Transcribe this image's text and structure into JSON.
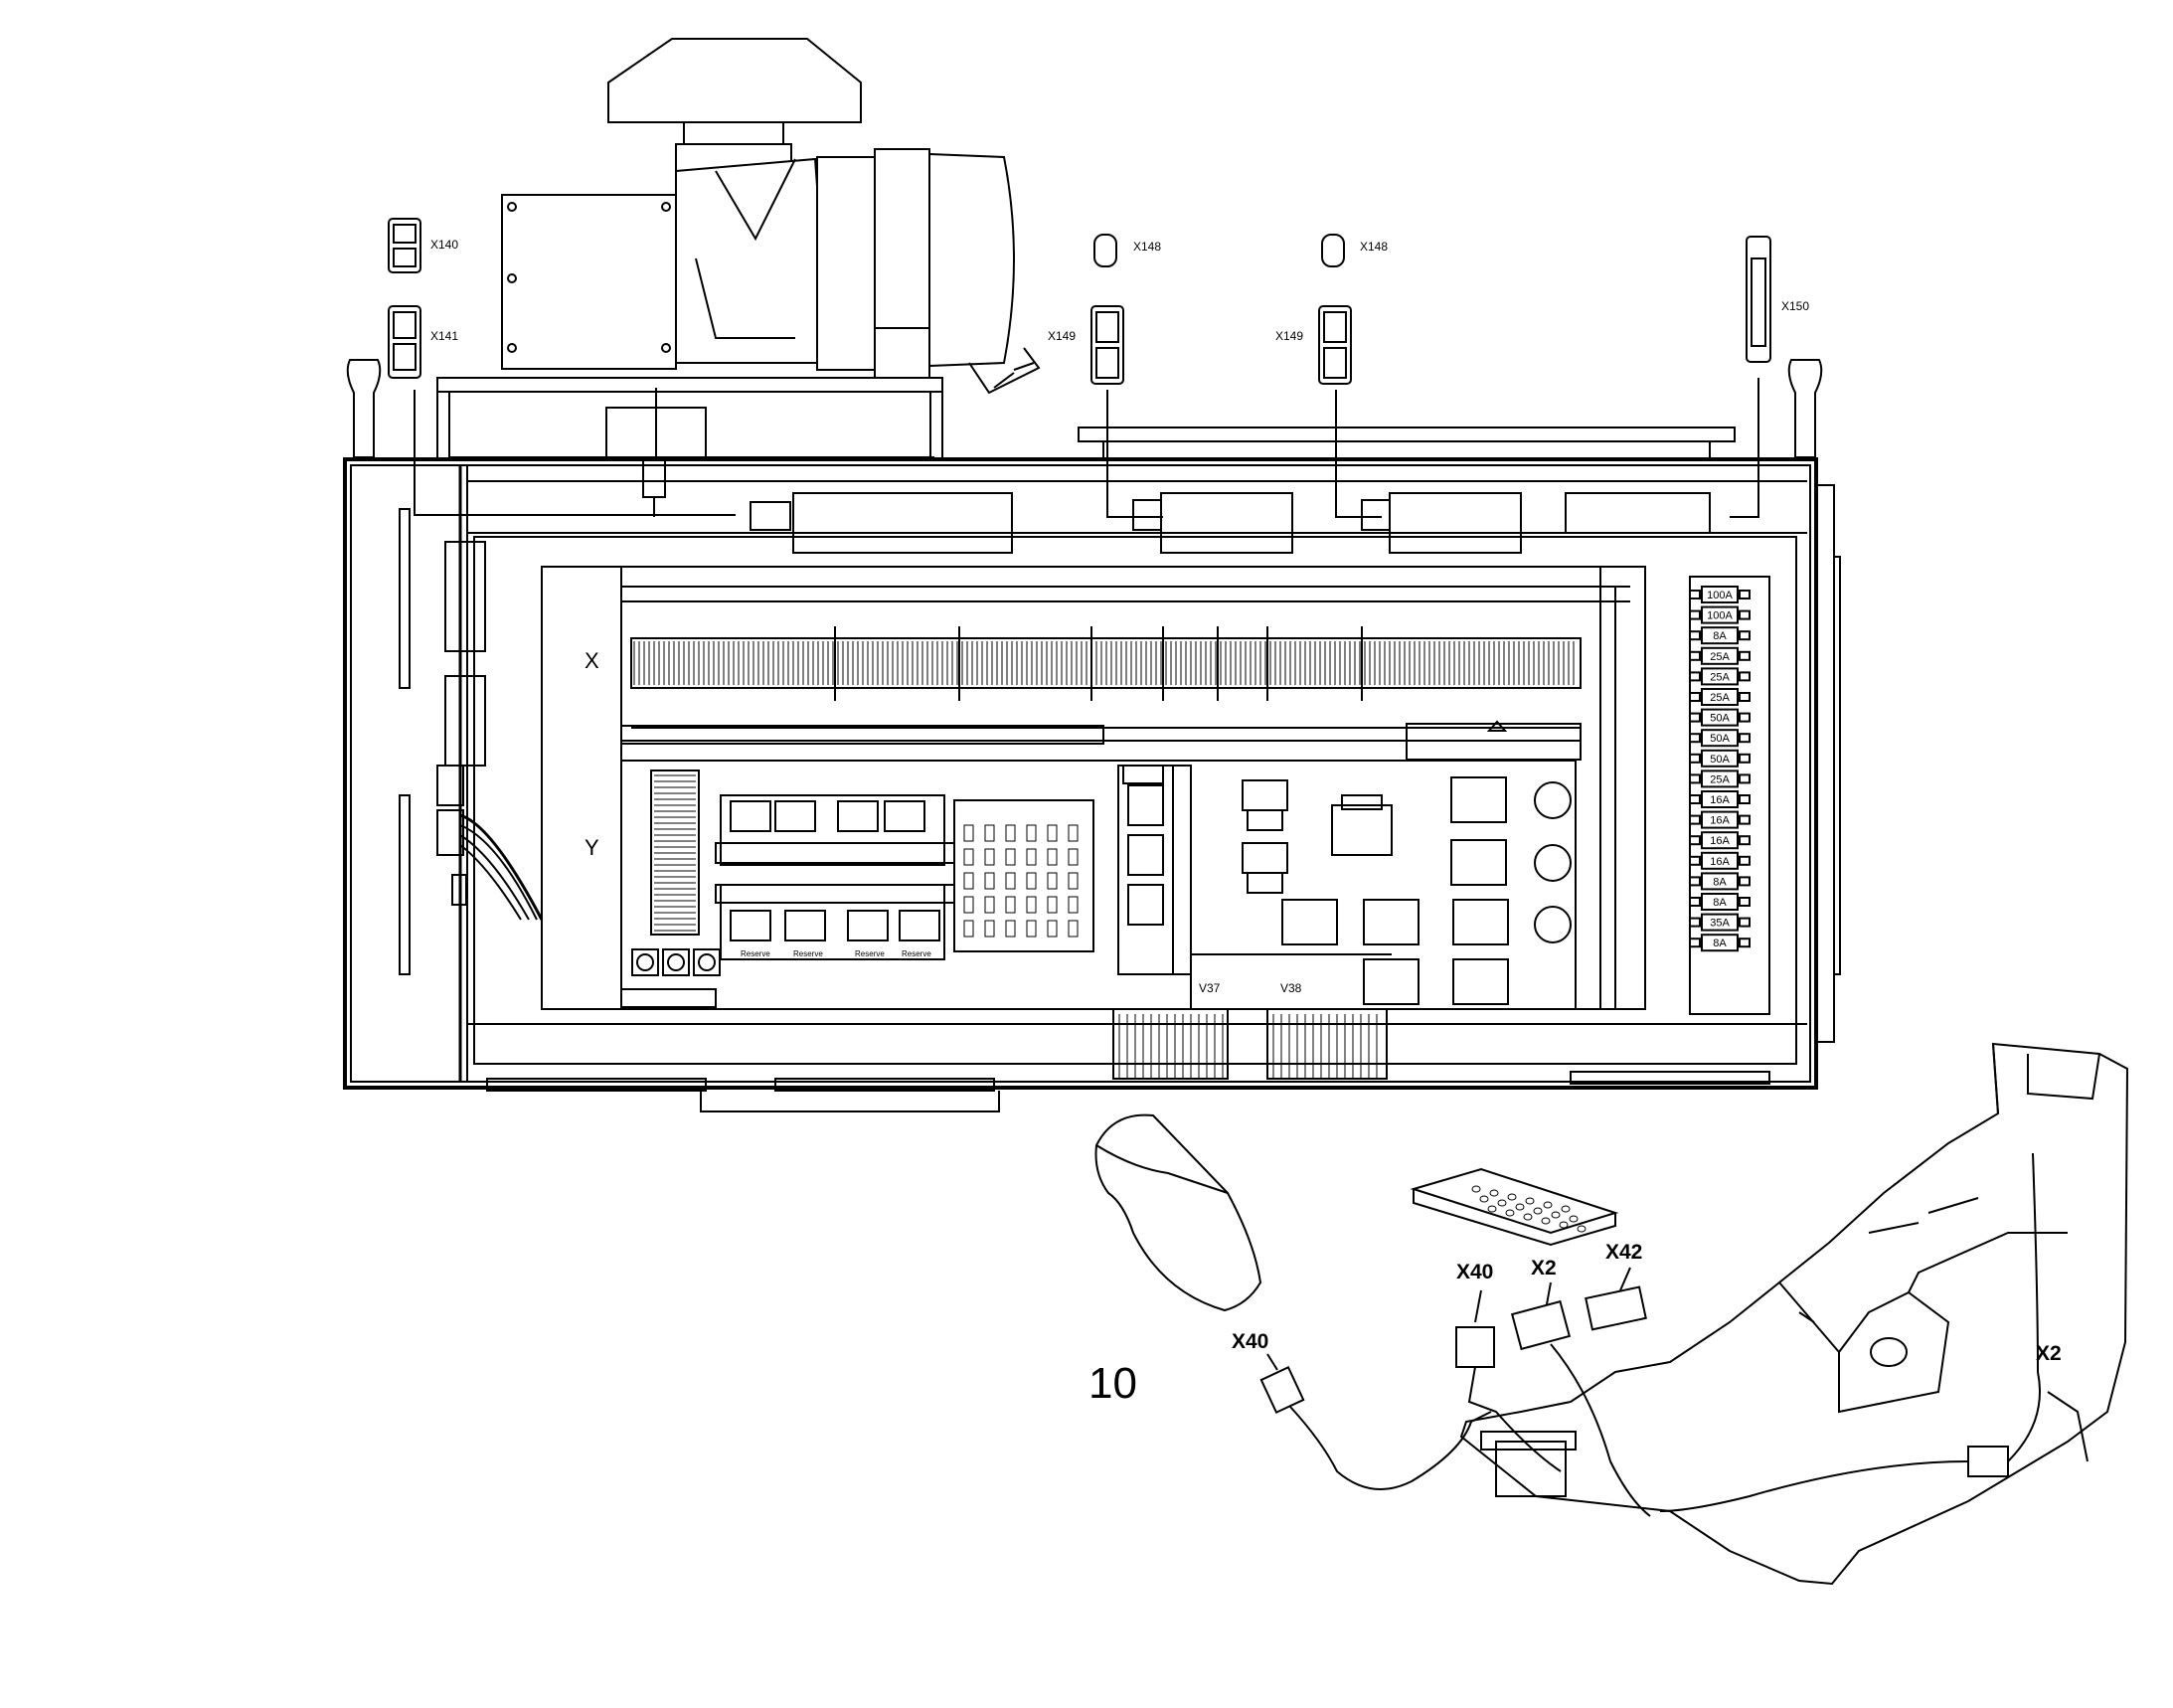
{
  "figure_number": "10",
  "row_labels": {
    "x": "X",
    "y": "Y"
  },
  "connectors_top": {
    "x140": "X140",
    "x141": "X141",
    "x148_a": "X148",
    "x148_b": "X148",
    "x149_a": "X149",
    "x149_b": "X149",
    "x150": "X150"
  },
  "terminal_blocks": {
    "v37": "V37",
    "v38": "V38"
  },
  "relay_labels": [
    "Reserve",
    "Reserve",
    "Reserve",
    "Reserve"
  ],
  "fuses": [
    "100A",
    "100A",
    "8A",
    "25A",
    "25A",
    "25A",
    "50A",
    "50A",
    "50A",
    "25A",
    "16A",
    "16A",
    "16A",
    "16A",
    "8A",
    "8A",
    "35A",
    "8A"
  ],
  "console_connectors": {
    "x40_joystick": "X40",
    "x40_keypad": "X40",
    "x2_keypad": "X2",
    "x42_keypad": "X42",
    "x2_console": "X2"
  },
  "colors": {
    "line": "#000000",
    "background": "#ffffff"
  }
}
